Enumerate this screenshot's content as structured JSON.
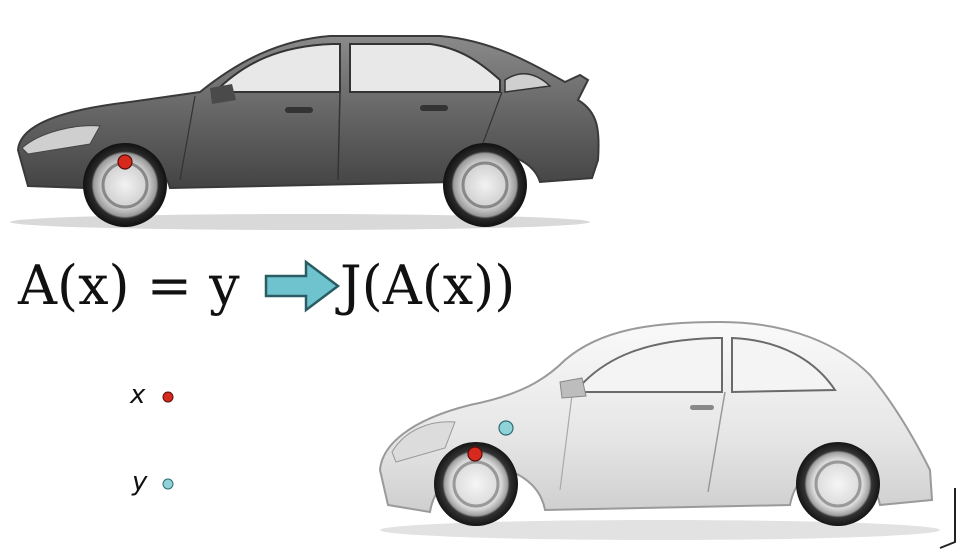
{
  "equation": {
    "lhs": "A(x) = y",
    "rhs": "J(A(x))",
    "arrow_color": "#6fc3ce"
  },
  "legend": {
    "items": [
      {
        "label": "x",
        "color": "#d62a1f"
      },
      {
        "label": "y",
        "color": "#8fd3d8"
      }
    ]
  },
  "colors": {
    "sedan_body": "#6b6b6b",
    "beetle_body": "#e9e9e9",
    "point_x": "#d62a1f",
    "point_y": "#8fd3d8"
  }
}
